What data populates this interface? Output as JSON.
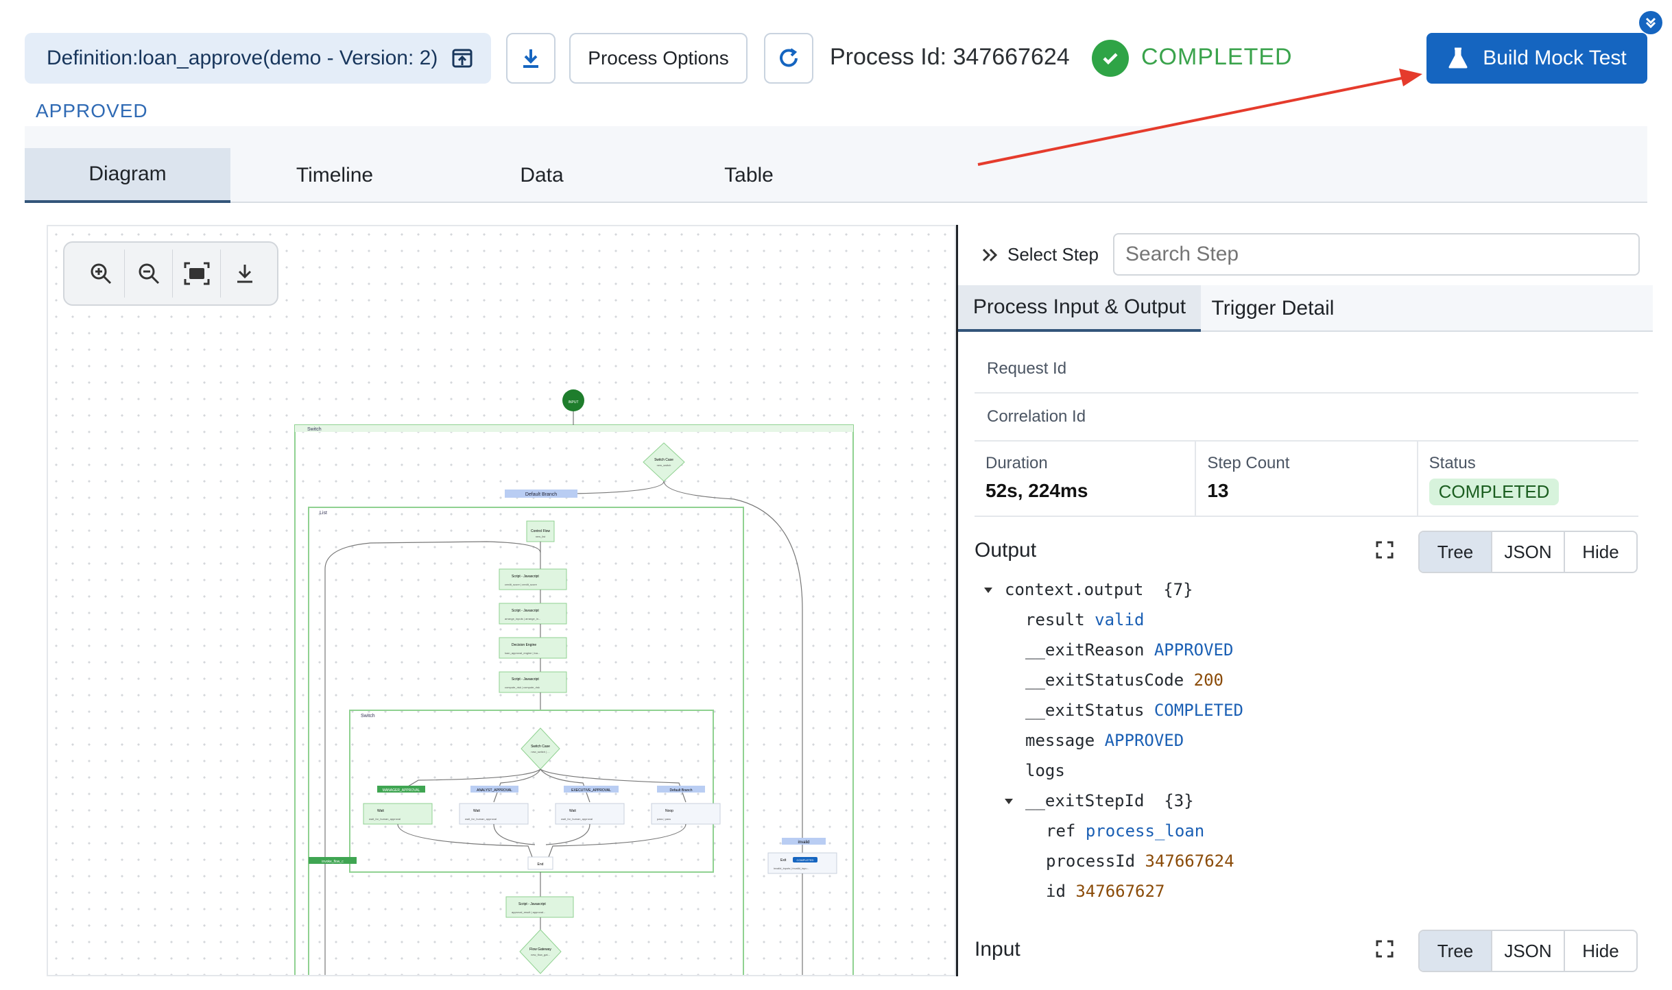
{
  "header": {
    "definition_label": "Definition:loan_approve(demo - Version: 2)",
    "process_options_label": "Process Options",
    "process_id_text": "Process Id: 347667624",
    "status": "COMPLETED",
    "build_mock_label": "Build Mock Test",
    "exit_reason": "APPROVED"
  },
  "tabs": [
    {
      "label": "Diagram",
      "active": true
    },
    {
      "label": "Timeline",
      "active": false
    },
    {
      "label": "Data",
      "active": false
    },
    {
      "label": "Table",
      "active": false
    }
  ],
  "diagram": {
    "start_label": "INPUT",
    "outer_switch_label": "Switch",
    "outer_switch_case": "Switch Case",
    "outer_switch_ref": "new_switch",
    "default_branch_1": "Default Branch",
    "list_label": "List",
    "control_flow": "Control Flow",
    "control_flow_ref": "new_list",
    "script1": "Script - Javascript",
    "script1_ref": "credit_score | credit_score",
    "script2": "Script - Javascript",
    "script2_ref": "arrange_inputs | arrange_in...",
    "decision": "Decision Engine",
    "decision_ref": "loan_approval_engine | loa...",
    "script3": "Script - Javascript",
    "script3_ref": "compute_risk | compute_risk",
    "inner_switch_label": "Switch",
    "inner_switch_case": "Switch Case",
    "inner_switch_ref": "new_switch | ...",
    "branches": [
      "MANAGER_APPROVAL",
      "ANALYST_APPROVAL",
      "EXECUTIVE_APPROVAL",
      "Default Branch"
    ],
    "wait_label": "Wait",
    "wait_ref": "wait_for_human_approval",
    "noop_label": "Noop",
    "noop_ref": "pass | pass",
    "end_label": "End",
    "invoke_flow": "invoke_flow_c",
    "script4": "Script - Javascript",
    "script4_ref": "approval_result | approval...",
    "flow_gateway": "Flow Gateway",
    "flow_gateway_ref": "new_flow_gat...",
    "invalid_label": "invalid",
    "exit_label": "Exit",
    "exit_badge": "COMPLETED",
    "exit_ref": "invalid_inputs | invalid_inpu..."
  },
  "panel": {
    "select_step_label": "Select Step",
    "search_placeholder": "Search Step",
    "subtabs": [
      {
        "label": "Process Input & Output",
        "active": true
      },
      {
        "label": "Trigger Detail",
        "active": false
      }
    ],
    "request_id_label": "Request Id",
    "correlation_id_label": "Correlation Id",
    "duration_label": "Duration",
    "duration_value": "52s, 224ms",
    "step_count_label": "Step Count",
    "step_count_value": "13",
    "status_label": "Status",
    "status_value": "COMPLETED",
    "output_title": "Output",
    "input_title": "Input",
    "view_modes": [
      "Tree",
      "JSON",
      "Hide"
    ],
    "tree": {
      "root_key": "context.output",
      "root_count": "{7}",
      "result_key": "result",
      "result_val": "valid",
      "exitReason_key": "__exitReason",
      "exitReason_val": "APPROVED",
      "exitStatusCode_key": "__exitStatusCode",
      "exitStatusCode_val": "200",
      "exitStatus_key": "__exitStatus",
      "exitStatus_val": "COMPLETED",
      "message_key": "message",
      "message_val": "APPROVED",
      "logs_key": "logs",
      "exitStepId_key": "__exitStepId",
      "exitStepId_count": "{3}",
      "ref_key": "ref",
      "ref_val": "process_loan",
      "processId_key": "processId",
      "processId_val": "347667624",
      "id_key": "id",
      "id_val": "347667627"
    }
  },
  "colors": {
    "primary": "#1565c0",
    "success": "#2fa446",
    "annotation_arrow": "#e53b2c",
    "node_green": "#dff5e0",
    "branch_blue": "#b9cdf3"
  }
}
